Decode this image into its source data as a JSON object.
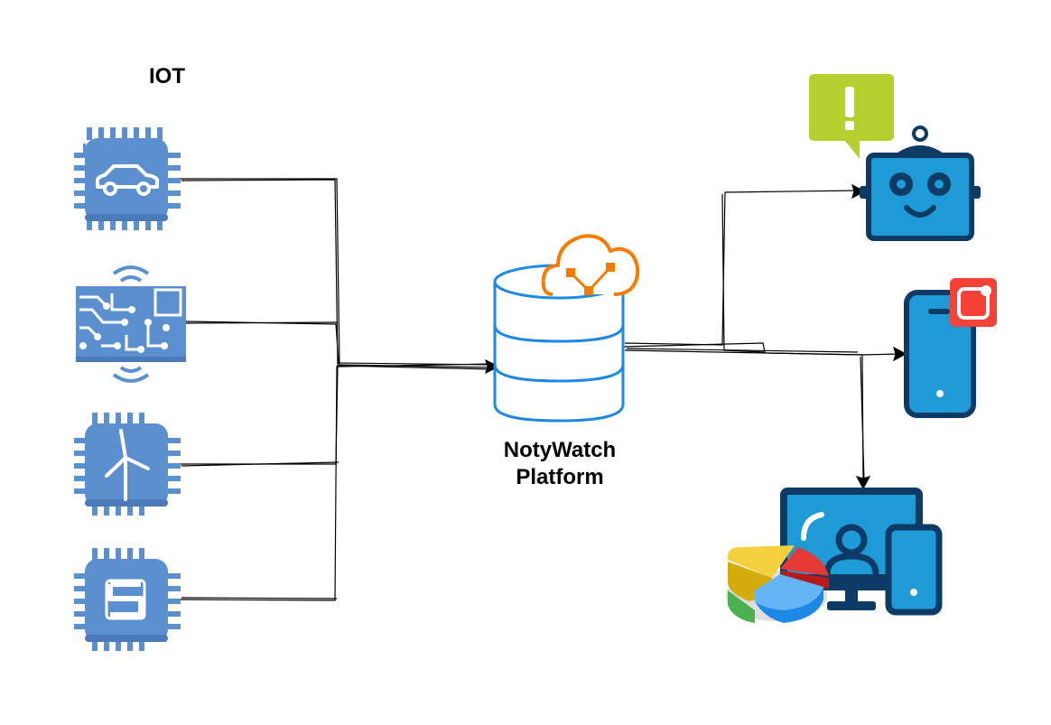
{
  "iot": {
    "title": "IOT",
    "devices": [
      {
        "name": "car chip",
        "icon": "car-chip-icon"
      },
      {
        "name": "circuit board",
        "icon": "circuit-board-wireless-icon"
      },
      {
        "name": "wind turbine chip",
        "icon": "wind-turbine-chip-icon"
      },
      {
        "name": "sensor chip",
        "icon": "s-chip-icon"
      }
    ]
  },
  "platform": {
    "line1": "NotyWatch",
    "line2": "Platform",
    "icon": "cloud-database-icon"
  },
  "outputs": [
    {
      "icon": "chatbot-alert-icon"
    },
    {
      "icon": "mobile-notification-icon"
    },
    {
      "icon": "dashboard-devices-icon"
    }
  ],
  "colors": {
    "chip_blue": "#5b8fcf",
    "chip_dark": "#4a7ab8",
    "db_blue": "#1e88e5",
    "cloud_orange": "#f57c00",
    "navy": "#0d3b66",
    "screen_blue": "#1e9ad6",
    "alert_green": "#b5cf2e",
    "notif_red": "#f44336",
    "line": "#000000"
  }
}
